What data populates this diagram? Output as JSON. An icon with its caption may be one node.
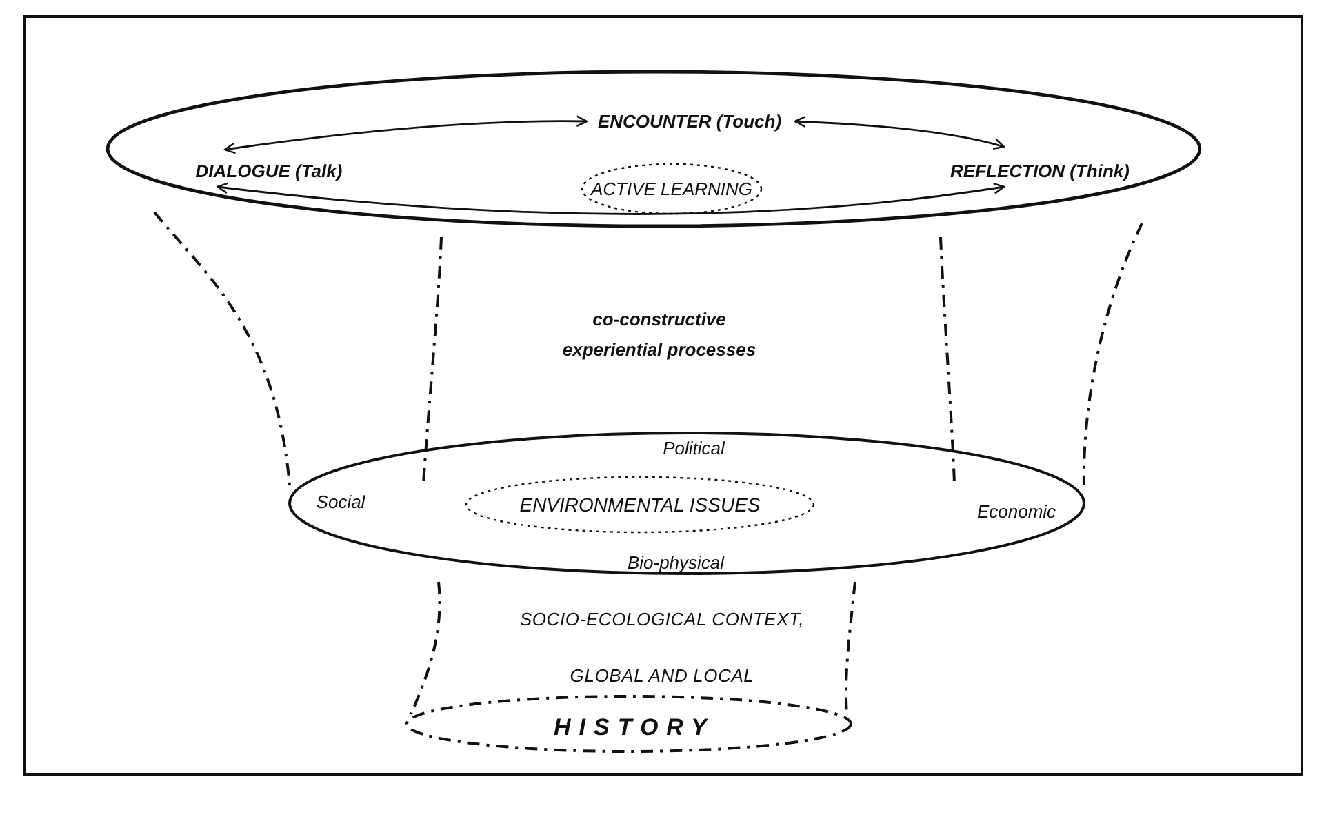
{
  "diagram": {
    "nodes": [
      {
        "text": [],
        "shape": "ellipse"
      },
      {
        "text": [
          "ENCOUNTER (Touch)"
        ],
        "in": 0
      },
      {
        "text": [
          "DIALOGUE (Talk)"
        ],
        "in": 0
      },
      {
        "text": [
          "ACTIVE LEARNING"
        ],
        "in": 0
      },
      {
        "text": [
          "REFLECTION (Think)"
        ],
        "in": 0
      },
      {
        "text": [
          "Political",
          "Social",
          "Economic",
          "Bio-physical"
        ]
      },
      {
        "text": [
          "ENVIRONMENTAL ISSUES"
        ],
        "in": 5
      },
      {
        "text": [
          "HISTORY"
        ]
      }
    ],
    "edges": [
      {
        "from": 1,
        "to": 2,
        "arrow": "both"
      },
      {
        "from": 1,
        "to": 4,
        "arrow": "both"
      },
      {
        "from": 2,
        "to": 4,
        "arrow": "both"
      }
    ],
    "labels": [
      "co-constructive experiential processes",
      "SOCIO-ECOLOGICAL CONTEXT,",
      "GLOBAL AND LOCAL"
    ]
  }
}
